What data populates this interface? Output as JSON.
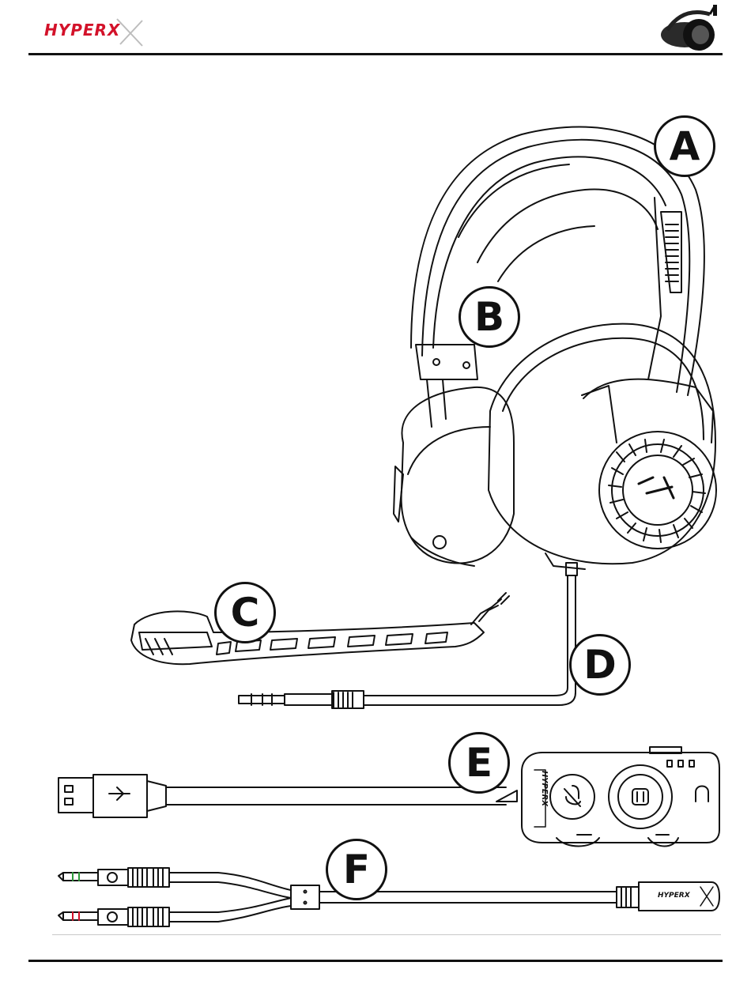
{
  "brand": {
    "name": "HYPERX",
    "color": "#d3122a"
  },
  "callouts": [
    {
      "id": "A",
      "label": "A"
    },
    {
      "id": "B",
      "label": "B"
    },
    {
      "id": "C",
      "label": "C"
    },
    {
      "id": "D",
      "label": "D"
    },
    {
      "id": "E",
      "label": "E"
    },
    {
      "id": "F",
      "label": "F"
    }
  ],
  "icons": {
    "header": "headset-thumbnail-icon",
    "usb": "usb-icon",
    "mic_mute": "mic-mute-icon",
    "surround": "surround-sound-icon",
    "headphone": "headphone-icon",
    "mic_jack": "mic-jack-icon"
  }
}
